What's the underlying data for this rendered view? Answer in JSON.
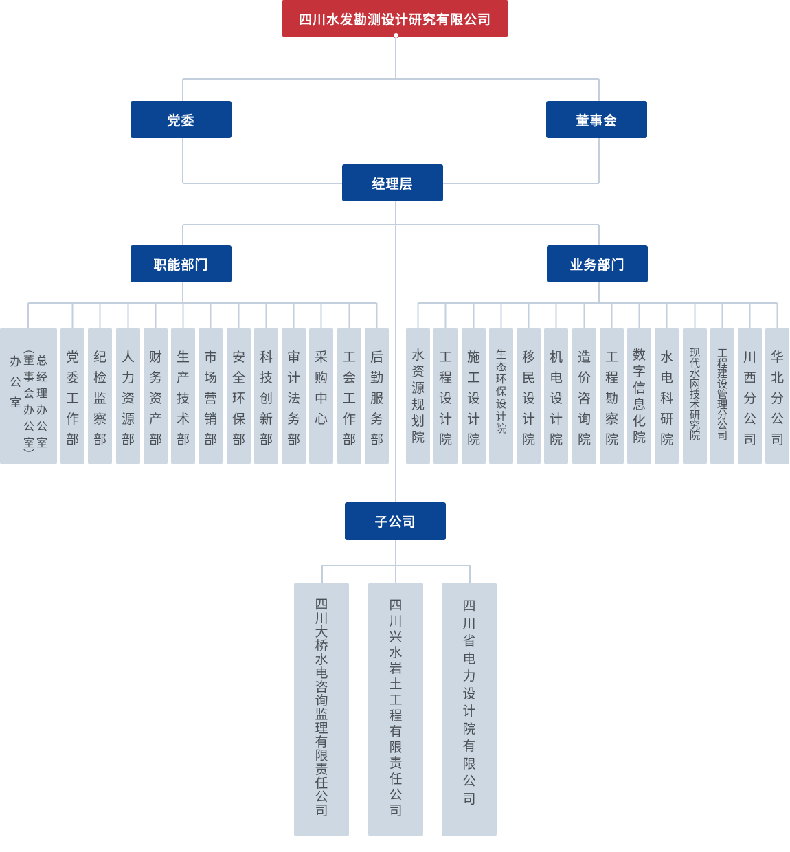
{
  "company": "四川水发勘测设计研究有限公司",
  "party_committee": "党委",
  "board": "董事会",
  "management": "经理层",
  "functional_depts_title": "职能部门",
  "business_depts_title": "业务部门",
  "subsidiaries_title": "子公司",
  "functional_first": {
    "col1": "办公室",
    "col2": "董事会办公室",
    "col3": "总经理办公室",
    "paren_open": "︵",
    "paren_close": "︶"
  },
  "functional_depts": [
    "党委工作部",
    "纪检监察部",
    "人力资源部",
    "财务资产部",
    "生产技术部",
    "市场营销部",
    "安全环保部",
    "科技创新部",
    "审计法务部",
    "采购中心",
    "工会工作部",
    "后勤服务部"
  ],
  "business_depts": [
    "水资源规划院",
    "工程设计院",
    "施工设计院",
    "生态环保设计院",
    "移民设计院",
    "机电设计院",
    "造价咨询院",
    "工程勘察院",
    "数字信息化院",
    "水电科研院",
    "现代水网技术研究院",
    "工程建设管理分公司",
    "川西分公司",
    "华北分公司"
  ],
  "subsidiaries": [
    "四川大桥水电咨询监理有限责任公司",
    "四川兴水岩土工程有限责任公司",
    "四川省电力设计院有限公司"
  ],
  "colors": {
    "red": "#c5323a",
    "blue": "#0a4594",
    "grey_box": "#ced8e3",
    "line": "#c3cfdc",
    "grey_text": "#4a4f55"
  }
}
